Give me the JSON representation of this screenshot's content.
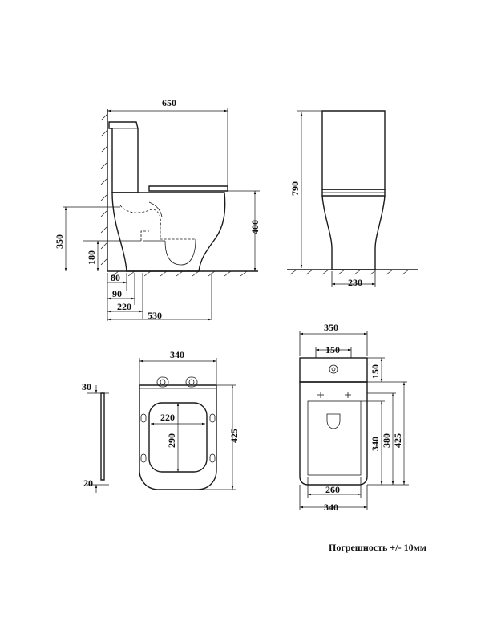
{
  "side_view": {
    "width_total": "650",
    "height_seat": "400",
    "height_outlet": "350",
    "outlet_center": "180",
    "d80": "80",
    "d90": "90",
    "d220": "220",
    "d530": "530"
  },
  "front_view": {
    "height_total": "790",
    "foot_width": "230"
  },
  "seat_view": {
    "width": "340",
    "inner_width": "220",
    "inner_length": "290",
    "length": "425",
    "thickness_top": "30",
    "thickness_bottom": "20"
  },
  "top_view": {
    "tank_width": "350",
    "tank_inner": "150",
    "tank_depth": "150",
    "bowl_inner_length": "340",
    "length_380": "380",
    "length_425": "425",
    "bottom_inner": "260",
    "bottom_width": "340"
  },
  "note": "Погрешность +/- 10мм"
}
